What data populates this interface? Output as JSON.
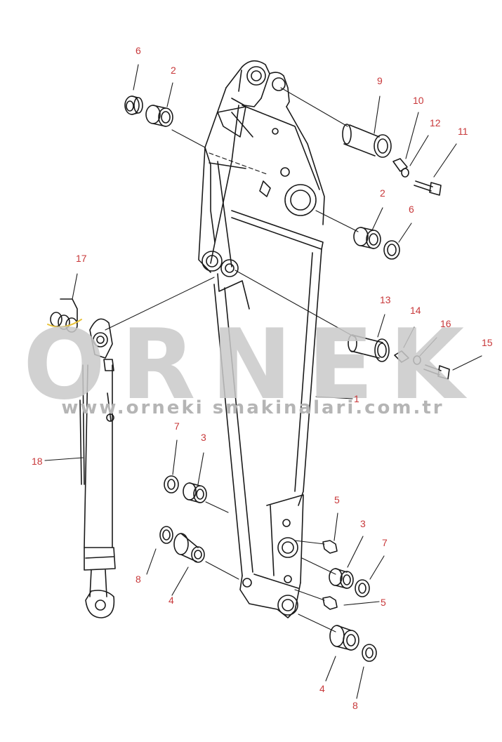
{
  "watermark": {
    "brand": "ORNEK",
    "url": "www.orneki smakinalari.com.tr"
  },
  "callouts": [
    {
      "id": "c6a",
      "text": "6"
    },
    {
      "id": "c2a",
      "text": "2"
    },
    {
      "id": "c9",
      "text": "9"
    },
    {
      "id": "c10",
      "text": "10"
    },
    {
      "id": "c12",
      "text": "12"
    },
    {
      "id": "c11",
      "text": "11"
    },
    {
      "id": "c2b",
      "text": "2"
    },
    {
      "id": "c6b",
      "text": "6"
    },
    {
      "id": "c17",
      "text": "17"
    },
    {
      "id": "c13",
      "text": "13"
    },
    {
      "id": "c14",
      "text": "14"
    },
    {
      "id": "c16",
      "text": "16"
    },
    {
      "id": "c15",
      "text": "15"
    },
    {
      "id": "c1",
      "text": "1"
    },
    {
      "id": "c18",
      "text": "18"
    },
    {
      "id": "c7a",
      "text": "7"
    },
    {
      "id": "c3a",
      "text": "3"
    },
    {
      "id": "c5a",
      "text": "5"
    },
    {
      "id": "c3b",
      "text": "3"
    },
    {
      "id": "c7b",
      "text": "7"
    },
    {
      "id": "c8a",
      "text": "8"
    },
    {
      "id": "c4a",
      "text": "4"
    },
    {
      "id": "c5b",
      "text": "5"
    },
    {
      "id": "c4b",
      "text": "4"
    },
    {
      "id": "c8b",
      "text": "8"
    }
  ],
  "colors": {
    "line": "#1a1a1a",
    "callout": "#c8383a",
    "watermark": "#c9c9c9",
    "highlight": "#e8c23a"
  }
}
